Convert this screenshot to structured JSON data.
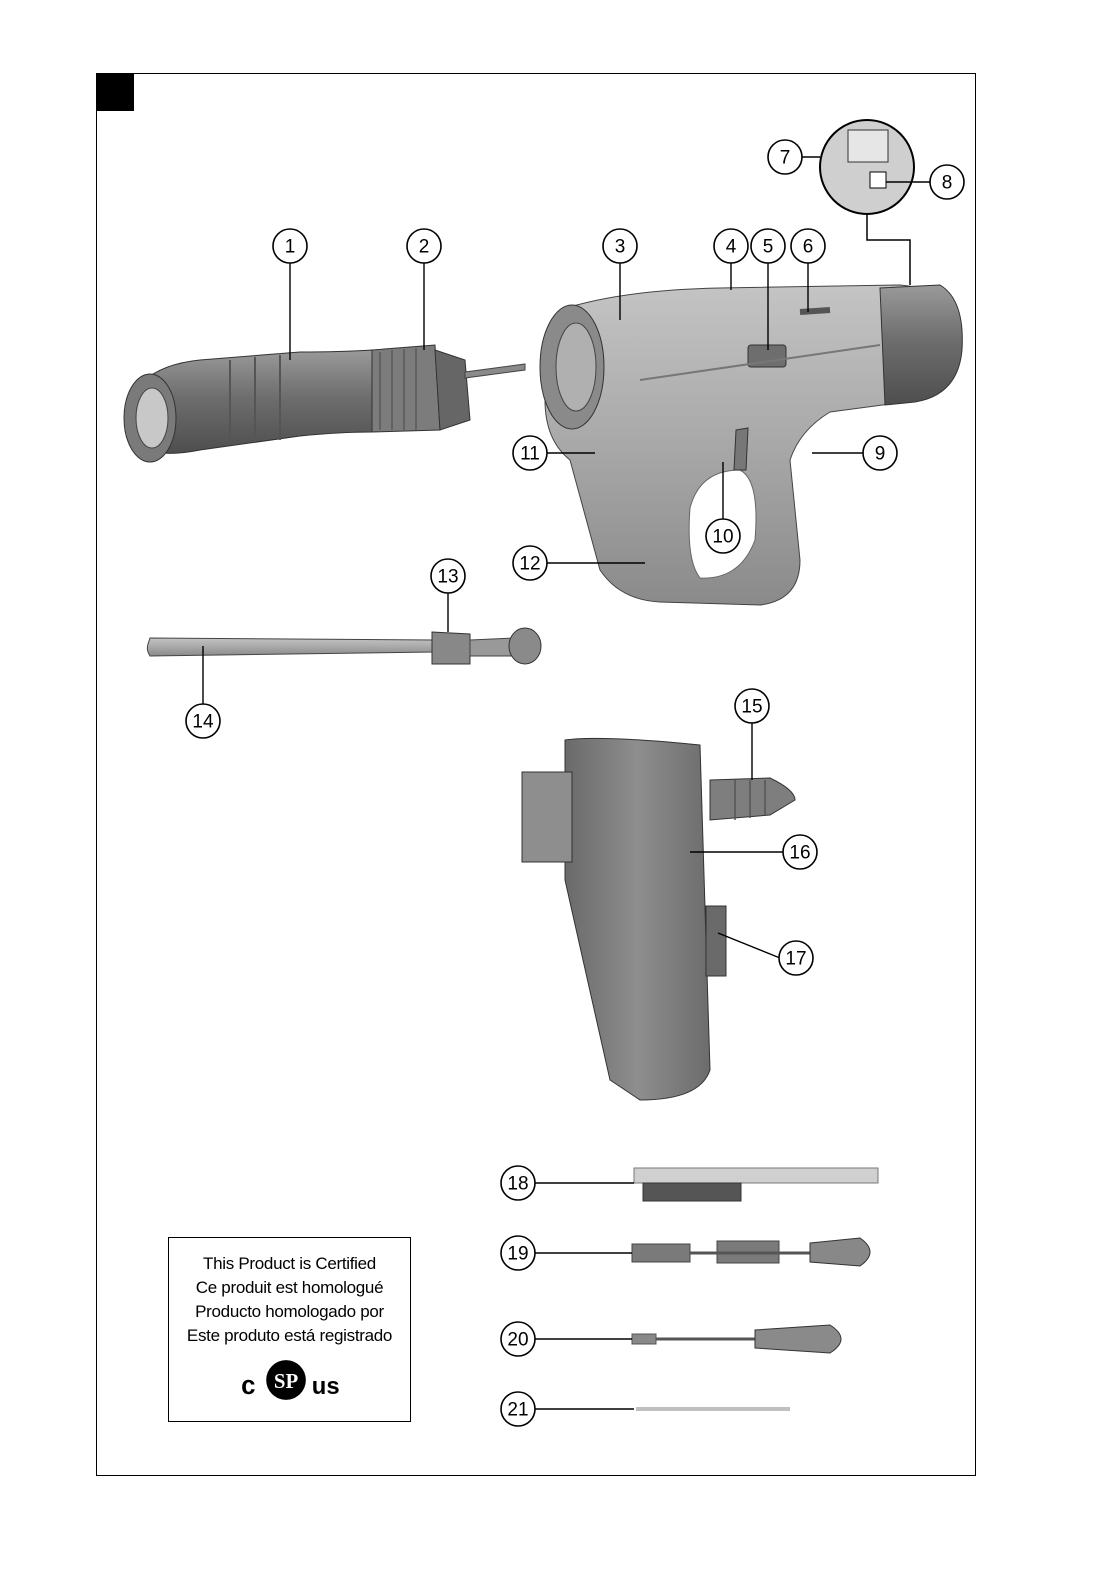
{
  "callouts": [
    "1",
    "2",
    "3",
    "4",
    "5",
    "6",
    "7",
    "8",
    "9",
    "10",
    "11",
    "12",
    "13",
    "14",
    "15",
    "16",
    "17",
    "18",
    "19",
    "20",
    "21"
  ],
  "certification": {
    "lines": [
      "This Product is Certified",
      "Ce produit est homologué",
      "Producto homologado por",
      "Este produto está registrado"
    ],
    "mark_left": "c",
    "mark_logo": "SP",
    "mark_right": "us"
  },
  "colors": {
    "frame": "#000000",
    "part_dark": "#6a6a6a",
    "part_mid": "#8c8c8c",
    "part_light": "#b8b8b8"
  }
}
